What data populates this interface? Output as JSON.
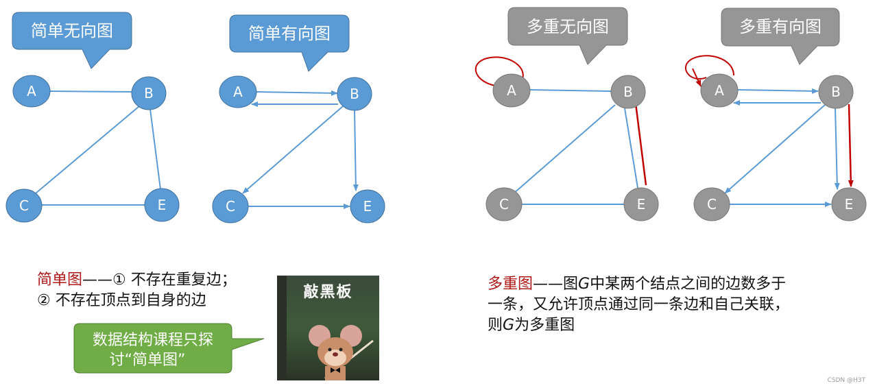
{
  "graphs": [
    {
      "title": "简单无向图",
      "callout_color": "#5b9bd5",
      "node_color": "#5b9bd5",
      "nodes": [
        "A",
        "B",
        "C",
        "E"
      ]
    },
    {
      "title": "简单有向图",
      "callout_color": "#5b9bd5",
      "node_color": "#5b9bd5",
      "nodes": [
        "A",
        "B",
        "C",
        "E"
      ]
    },
    {
      "title": "多重无向图",
      "callout_color": "#969696",
      "node_color": "#969696",
      "nodes": [
        "A",
        "B",
        "C",
        "E"
      ]
    },
    {
      "title": "多重有向图",
      "callout_color": "#969696",
      "node_color": "#969696",
      "nodes": [
        "A",
        "B",
        "C",
        "E"
      ]
    }
  ],
  "edge_color": "#5b9bd5",
  "multi_edge_color": "#c00000",
  "simple_def": {
    "term": "简单图",
    "line1_rest": "——① 不存在重复边；",
    "line2": "② 不存在顶点到自身的边"
  },
  "note_bubble": {
    "color": "#70ad47",
    "line1": "数据结构课程只探",
    "line2": "讨“简单图”"
  },
  "gif": {
    "title": "敲黑板"
  },
  "multi_def": {
    "term": "多重图",
    "line1_a": "——图",
    "g1": "G",
    "line1_b": "中某两个结点之间的边数多于",
    "line2": "一条，又允许顶点通过同一条边和自己关联，",
    "line3_a": "则",
    "g2": "G",
    "line3_b": "为多重图"
  },
  "watermark": "CSDN @H3T"
}
